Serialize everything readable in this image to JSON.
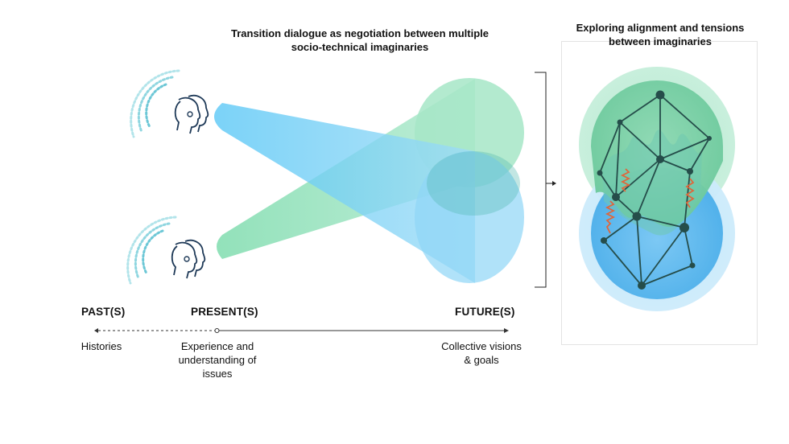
{
  "main_title": {
    "line1": "Transition dialogue as negotiation between multiple",
    "line2": "socio-technical imaginaries"
  },
  "panel_title": {
    "line1": "Exploring alignment and tensions",
    "line2": "between imaginaries"
  },
  "timeline": {
    "past": {
      "label": "PAST(S)",
      "description": "Histories"
    },
    "present": {
      "label": "PRESENT(S)",
      "description_lines": [
        "Experience and",
        "understanding of",
        "issues"
      ]
    },
    "future": {
      "label": "FUTURE(S)",
      "description_lines": [
        "Collective visions",
        "& goals"
      ]
    }
  },
  "colors": {
    "blue_beam": "#6fd0f7",
    "green_beam": "#8ee0b7",
    "head_outline": "#1f3a58",
    "speech_dots": "#6cc7d6",
    "network_line": "#254d4a",
    "tension_spring": "#e0663a",
    "green_sphere": "#7fd3a9",
    "blue_sphere": "#5bb8ee"
  },
  "icons": [
    "speaking-head-icon",
    "speech-waves-icon",
    "arrow-right-icon",
    "arrow-left-icon"
  ]
}
